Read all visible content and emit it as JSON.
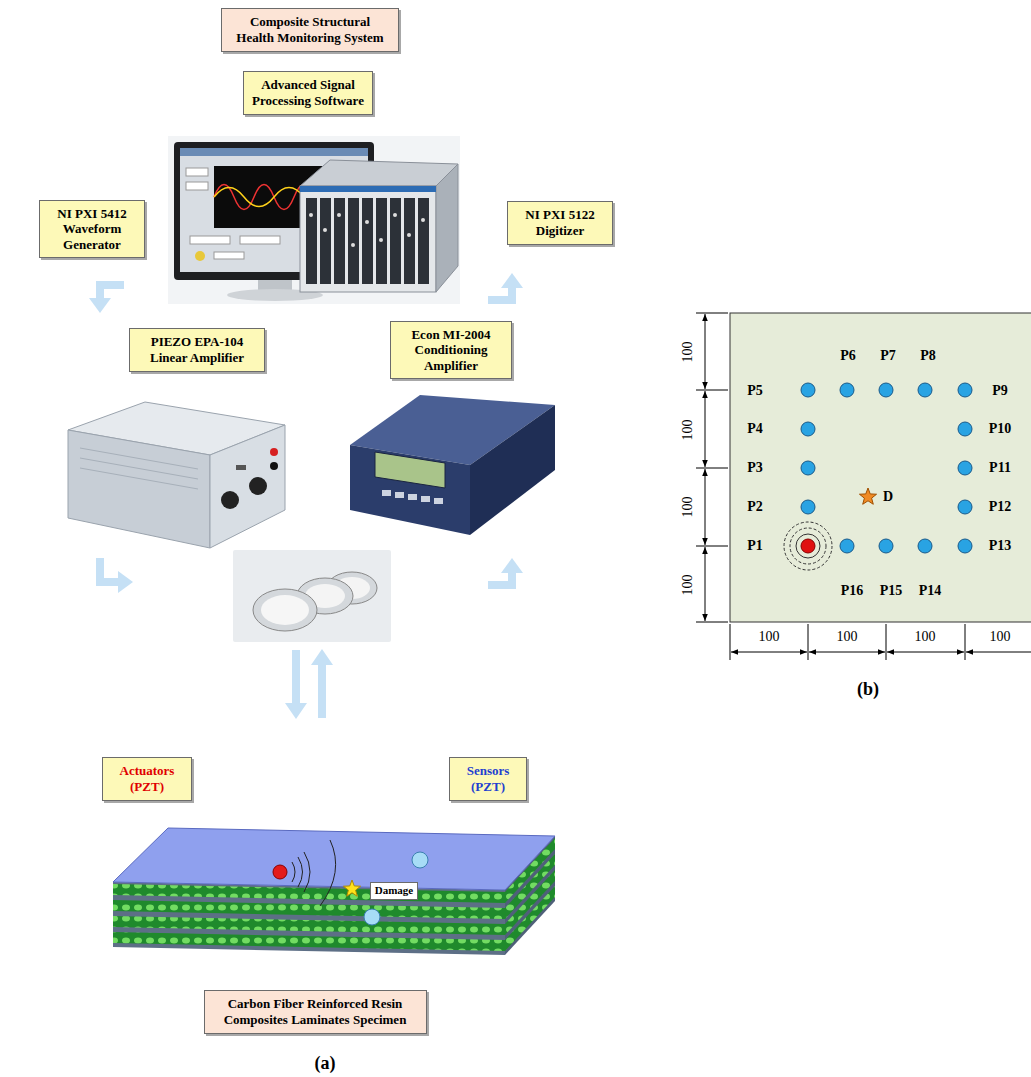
{
  "diagram": {
    "nodes": [
      {
        "text": [
          "Composite Structural Health Monitoring System"
        ]
      },
      {
        "text": [
          "Advanced Signal Processing Software"
        ]
      },
      {
        "text": [
          "NI PXI 5412 Waveform Generator"
        ]
      },
      {
        "text": [
          "NI PXI 5122 Digitizer"
        ]
      },
      {
        "text": [
          "PIEZO EPA-104 Linear Amplifier"
        ]
      },
      {
        "text": [
          "Econ MI-2004 Conditioning Amplifier"
        ]
      },
      {
        "text": [
          "Actuators (PZT)"
        ]
      },
      {
        "text": [
          "Sensors (PZT)"
        ]
      },
      {
        "text": [
          "Damage"
        ]
      },
      {
        "text": [
          "Carbon Fiber Reinforced Resin Composites Laminates Specimen"
        ]
      }
    ],
    "labels": [
      "(a)",
      "100",
      "100",
      "100",
      "100",
      "P6",
      "P7",
      "P8",
      "P5",
      "P9",
      "P4",
      "P10",
      "P3",
      "P11",
      "P2",
      "D",
      "P12",
      "P1",
      "P13",
      "P16",
      "P15",
      "P14",
      "100",
      "100",
      "100",
      "100",
      "(b)"
    ]
  }
}
